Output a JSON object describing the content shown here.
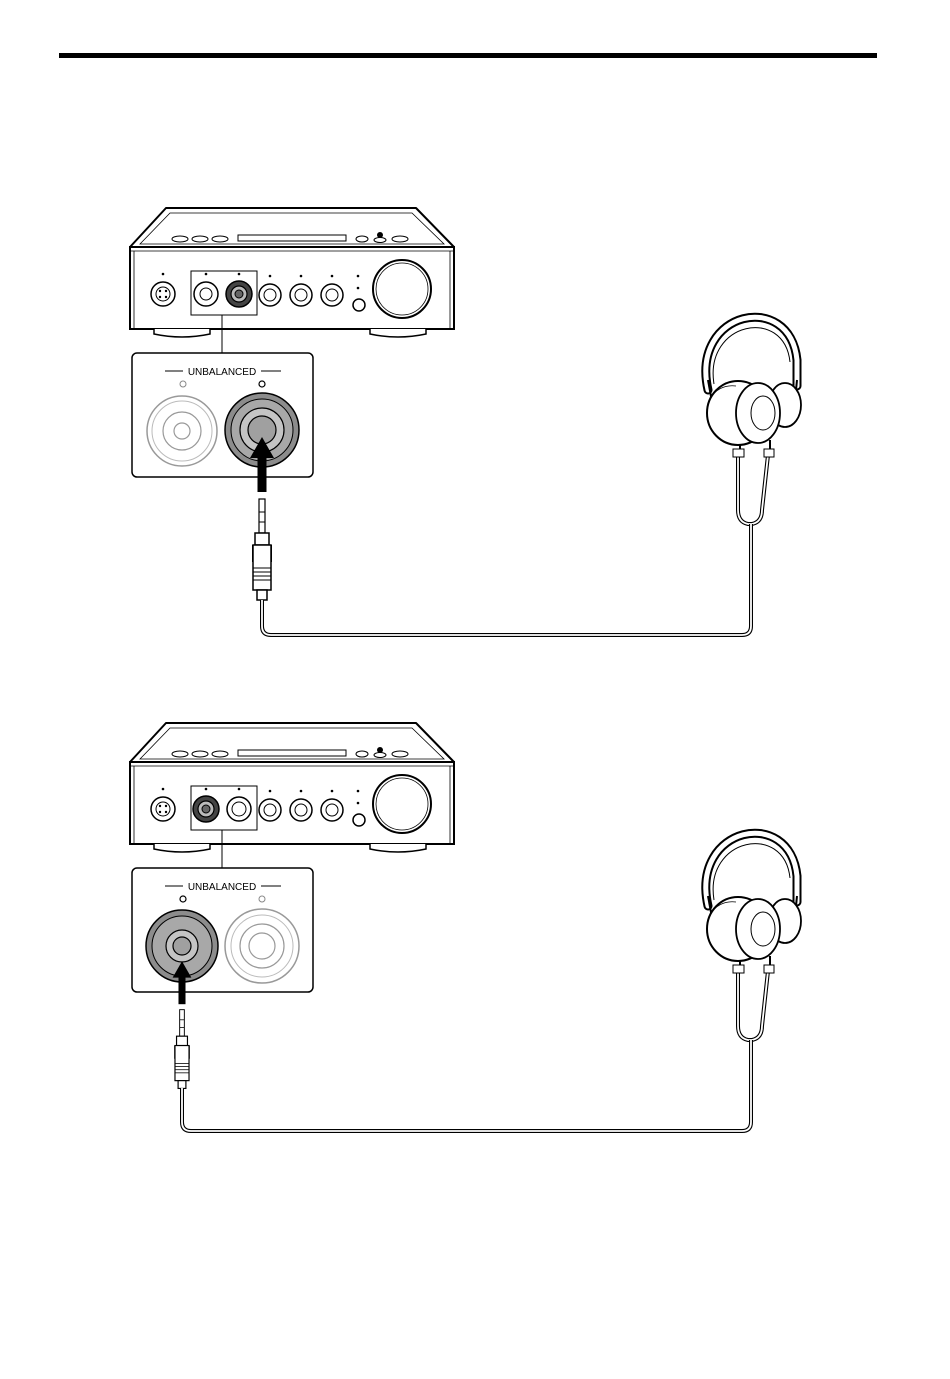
{
  "diagrams": [
    {
      "id": "connection-1",
      "panel_label": "UNBALANCED",
      "active_jack": "right"
    },
    {
      "id": "connection-2",
      "panel_label": "UNBALANCED",
      "active_jack": "left"
    }
  ]
}
